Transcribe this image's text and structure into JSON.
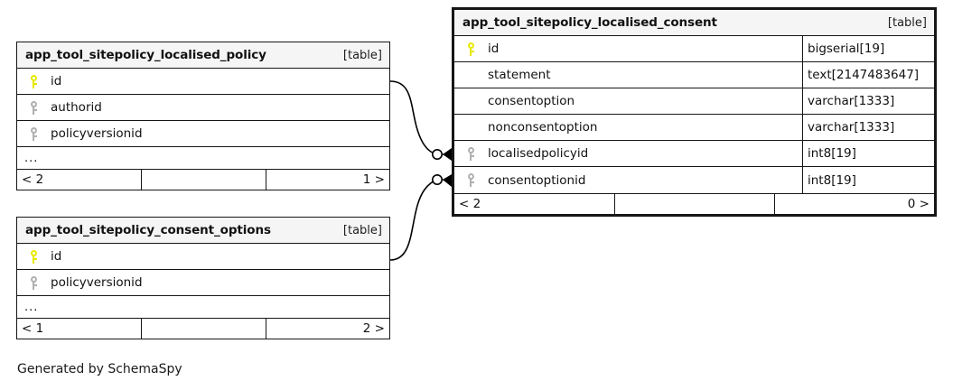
{
  "diagram": {
    "generator_note": "Generated by SchemaSpy",
    "table_tag": "[table]"
  },
  "entities": {
    "localised_policy": {
      "name": "app_tool_sitepolicy_localised_policy",
      "tag": "[table]",
      "columns": [
        {
          "key": "pk",
          "name": "id",
          "type": ""
        },
        {
          "key": "fk",
          "name": "authorid",
          "type": ""
        },
        {
          "key": "fk",
          "name": "policyversionid",
          "type": ""
        }
      ],
      "more_indicator": "...",
      "footer": {
        "left": "< 2",
        "middle": "",
        "right": "1 >"
      }
    },
    "consent_options": {
      "name": "app_tool_sitepolicy_consent_options",
      "tag": "[table]",
      "columns": [
        {
          "key": "pk",
          "name": "id",
          "type": ""
        },
        {
          "key": "fk",
          "name": "policyversionid",
          "type": ""
        }
      ],
      "more_indicator": "...",
      "footer": {
        "left": "< 1",
        "middle": "",
        "right": "2 >"
      }
    },
    "localised_consent": {
      "name": "app_tool_sitepolicy_localised_consent",
      "tag": "[table]",
      "columns": [
        {
          "key": "pk",
          "name": "id",
          "type": "bigserial[19]"
        },
        {
          "key": "none",
          "name": "statement",
          "type": "text[2147483647]"
        },
        {
          "key": "none",
          "name": "consentoption",
          "type": "varchar[1333]"
        },
        {
          "key": "none",
          "name": "nonconsentoption",
          "type": "varchar[1333]"
        },
        {
          "key": "fk",
          "name": "localisedpolicyid",
          "type": "int8[19]"
        },
        {
          "key": "fk",
          "name": "consentoptionid",
          "type": "int8[19]"
        }
      ],
      "footer": {
        "left": "< 2",
        "middle": "",
        "right": "0 >"
      }
    }
  },
  "relationships": [
    {
      "name": "localised-policy-to-localised-consent",
      "from_table": "app_tool_sitepolicy_localised_policy",
      "from_column": "id",
      "to_table": "app_tool_sitepolicy_localised_consent",
      "to_column": "localisedpolicyid",
      "from_cardinality": "one",
      "to_cardinality": "zero-or-many"
    },
    {
      "name": "consent-options-to-localised-consent",
      "from_table": "app_tool_sitepolicy_consent_options",
      "from_column": "id",
      "to_table": "app_tool_sitepolicy_localised_consent",
      "to_column": "consentoptionid",
      "from_cardinality": "one",
      "to_cardinality": "zero-or-many"
    }
  ],
  "colors": {
    "primary_key": "#e8e800",
    "foreign_key": "#b0b0b0",
    "border": "#161616",
    "header_bg": "#f5f5f5",
    "background": "#ffffff"
  }
}
